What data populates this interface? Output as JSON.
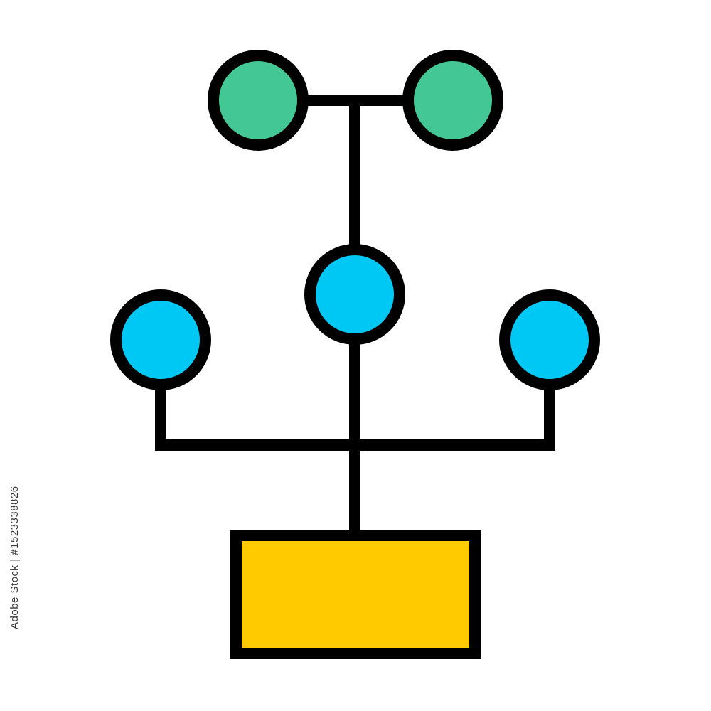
{
  "diagram": {
    "icon": "hierarchy-tree-icon",
    "colors": {
      "outline": "#000000",
      "top_nodes": "#43C795",
      "middle_nodes": "#00C8F5",
      "base_box": "#FFCB00",
      "background": "#FFFFFF"
    },
    "nodes": {
      "top": [
        "top-left-node",
        "top-right-node"
      ],
      "middle": [
        "left-node",
        "center-node",
        "right-node"
      ],
      "base": "base-box"
    }
  },
  "watermark": {
    "stock_id": "Adobe Stock | #1523338826"
  }
}
